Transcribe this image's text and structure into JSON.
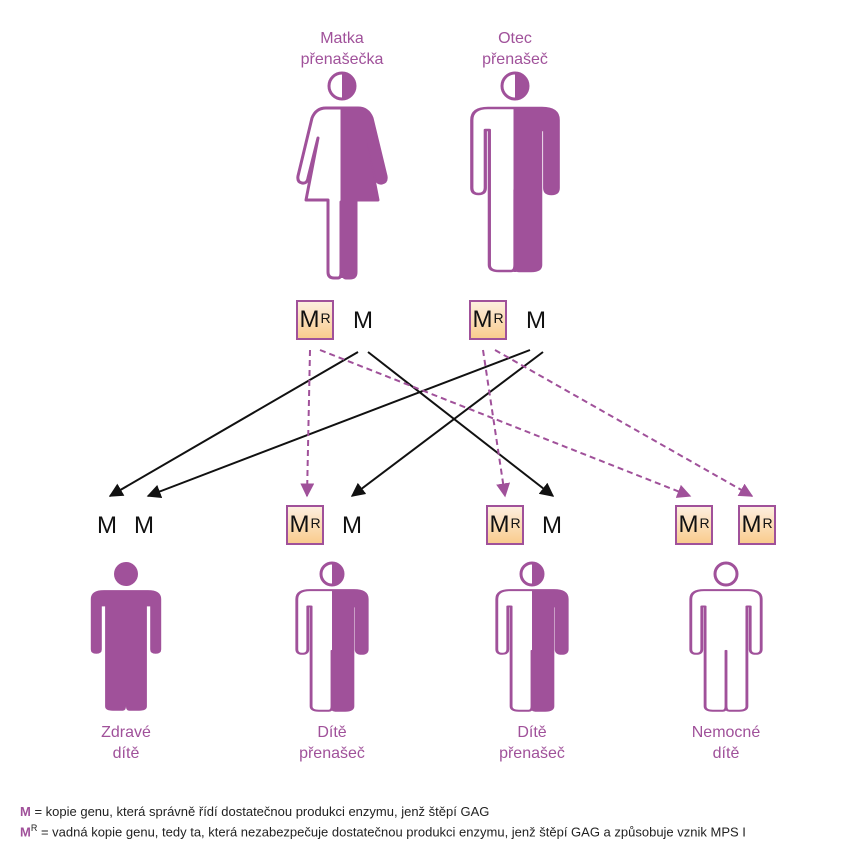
{
  "colors": {
    "purple": "#a0519a",
    "arrow_black": "#111111",
    "box_border": "#a0519a"
  },
  "parents": [
    {
      "label_line1": "Matka",
      "label_line2": "přenašečka",
      "figure": "female-carrier-icon",
      "alleles": [
        "M",
        "R",
        "M"
      ]
    },
    {
      "label_line1": "Otec",
      "label_line2": "přenašeč",
      "figure": "male-carrier-icon",
      "alleles": [
        "M",
        "R",
        "M"
      ]
    }
  ],
  "allele": {
    "base": "M",
    "sup": "R"
  },
  "children": [
    {
      "label_line1": "Zdravé",
      "label_line2": "dítě",
      "figure": "healthy-child-icon"
    },
    {
      "label_line1": "Dítě",
      "label_line2": "přenašeč",
      "figure": "carrier-child-icon"
    },
    {
      "label_line1": "Dítě",
      "label_line2": "přenašeč",
      "figure": "carrier-child-icon"
    },
    {
      "label_line1": "Nemocné",
      "label_line2": "dítě",
      "figure": "affected-child-icon"
    }
  ],
  "legend": {
    "m_symbol": "M",
    "m_text": " = kopie genu, která správně řídí dostatečnou produkci enzymu, jenž štěpí GAG",
    "mr_symbol": "M",
    "mr_sup": "R",
    "mr_text": " = vadná kopie genu, tedy ta, která nezabezpečuje dostatečnou produkci enzymu, jenž štěpí GAG a způsobuje vznik MPS I"
  }
}
